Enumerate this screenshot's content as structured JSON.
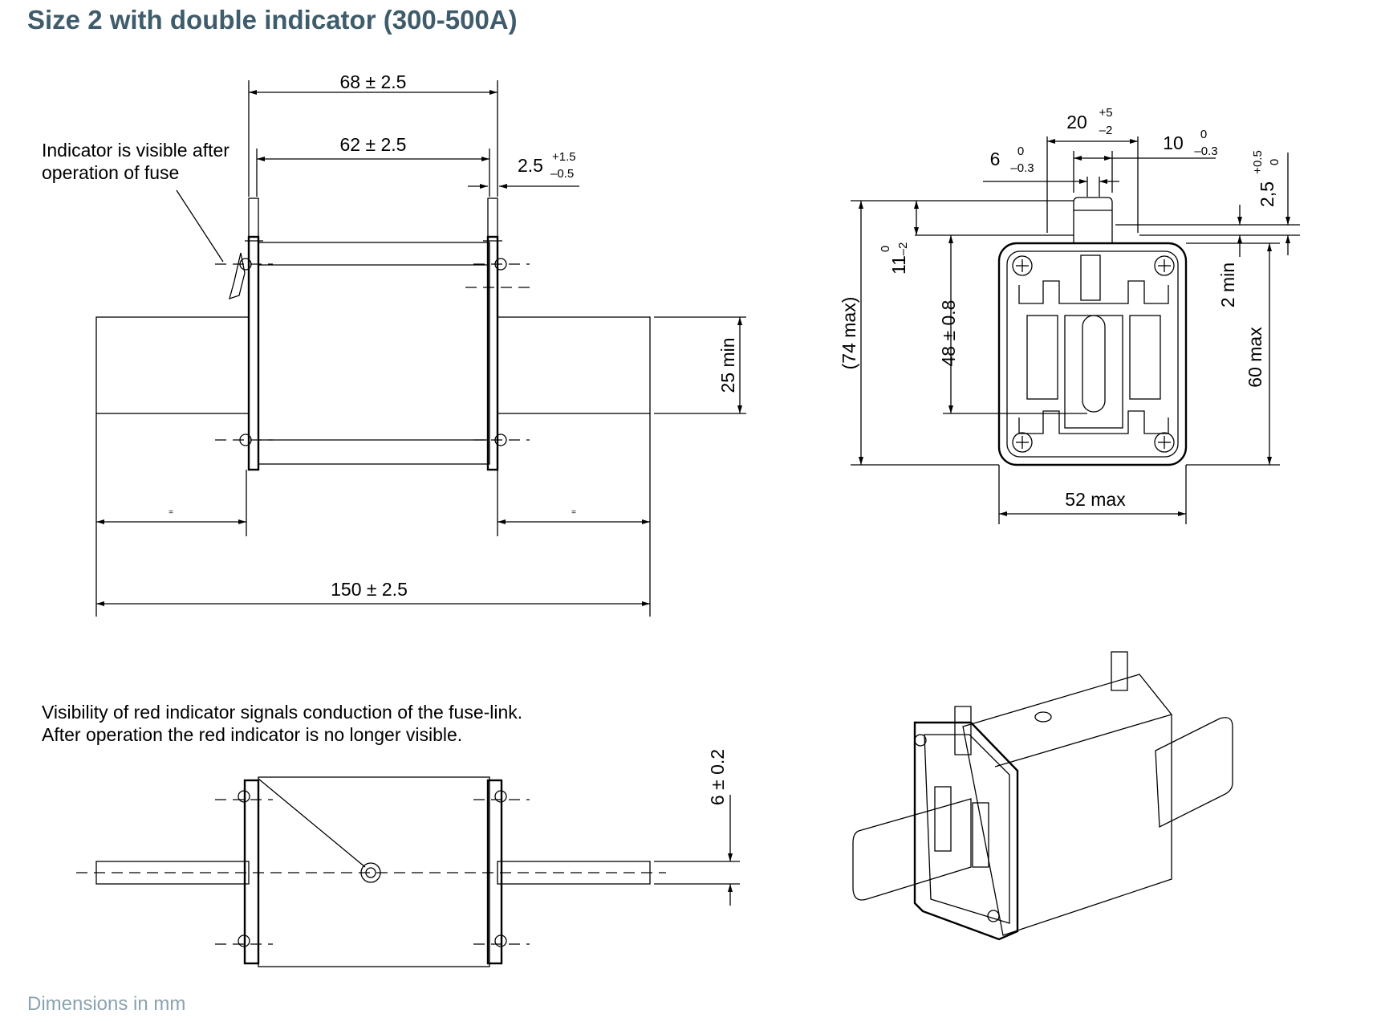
{
  "title": "Size 2 with double indicator (300-500A)",
  "footer": "Dimensions in mm",
  "notes": {
    "indicator_after_operation": [
      "Indicator is visible after",
      "operation of fuse"
    ],
    "red_indicator": [
      "Visibility of red indicator signals conduction of the fuse-link.",
      "After operation the red indicator is no longer visible."
    ]
  },
  "dimensions": {
    "top_68": "68 ± 2.5",
    "top_62": "62 ± 2.5",
    "tab_2_5": "2.5",
    "tab_2_5_tol_upper": "+1.5",
    "tab_2_5_tol_lower": "–0.5",
    "blade_25": "25 min",
    "overall_150": "150 ± 2.5",
    "equal_mark": "=",
    "side_20": "20",
    "side_20_tol_upper": "+5",
    "side_20_tol_lower": "–2",
    "side_6": "6",
    "side_6_tol_upper": "0",
    "side_6_tol_lower": "–0.3",
    "side_10": "10",
    "side_10_tol_upper": "0",
    "side_10_tol_lower": "–0.3",
    "side_2_5": "2,5",
    "side_2_5_tol_upper": "+0.5",
    "side_2_5_tol_lower": "0",
    "side_11": "11",
    "side_11_tol_upper": "0",
    "side_11_tol_lower": "–2",
    "side_74": "(74 max)",
    "side_48": "48 ± 0.8",
    "side_2min": "2 min",
    "side_60": "60 max",
    "side_52": "52 max",
    "bottom_6": "6 ± 0.2"
  }
}
